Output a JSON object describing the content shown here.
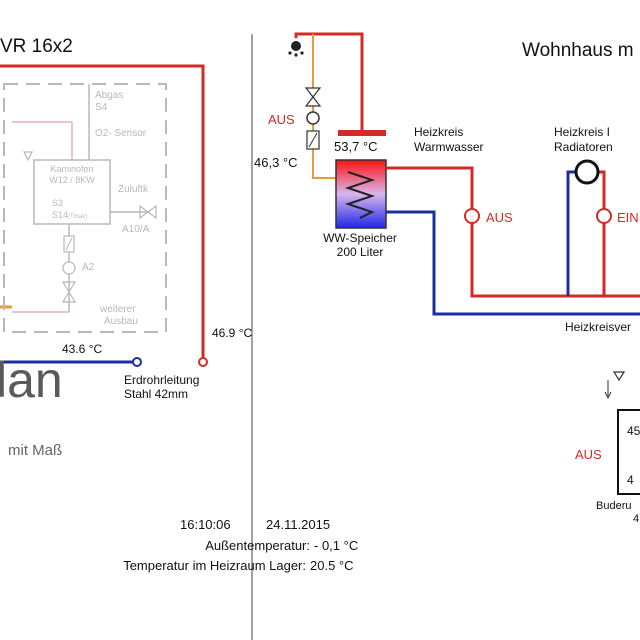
{
  "header": {
    "left_title": "VR 16x2",
    "right_title": "Wohnhaus m"
  },
  "boiler_unit": {
    "abgas": "Abgas",
    "s4": "S4",
    "o2_sensor": "O2- Sensor",
    "kaminofen": "Kaminofen",
    "model": "W12 / 8KW",
    "s3": "S3",
    "s14": "S14",
    "s14_suffix": "(Tmax)",
    "zuluft": "Zuluftk",
    "a10": "A10/A",
    "a2": "A2",
    "weiterer_1": "weiterer",
    "weiterer_2": "Ausbau"
  },
  "readings": {
    "left_return_temp": "43.6 °C",
    "left_supply_temp": "46.9 °C",
    "pump_top_temp": "46,3 °C",
    "tank_temp": "53,7 °C"
  },
  "pipe_label": {
    "line1": "Erdrohrleitung",
    "line2": "Stahl 42mm"
  },
  "logo": {
    "text": "lan",
    "tagline": "mit Maß"
  },
  "tank": {
    "name": "WW-Speicher",
    "volume": "200 Liter"
  },
  "circuits": {
    "hw_title_1": "Heizkreis",
    "hw_title_2": "Warmwasser",
    "rad_title_1": "Heizkreis I",
    "rad_title_2": "Radiatoren",
    "distributor": "Heizkreisver"
  },
  "status": {
    "top_pump": "AUS",
    "hw_pump": "AUS",
    "rad_pump": "EIN",
    "buffer": "AUS"
  },
  "buffer_unit": {
    "top_temp": "45",
    "bottom_temp": "4",
    "label": "Buderu",
    "sub": "4"
  },
  "footer": {
    "time": "16:10:06",
    "date": "24.11.2015",
    "outdoor_label": "Außentemperatur:",
    "outdoor_value": "- 0,1 °C",
    "room_label": "Temperatur im Heizraum Lager:",
    "room_value": "20.5 °C"
  },
  "colors": {
    "supply": "#d42a26",
    "return": "#1f2e9e",
    "warm": "#e89a3a",
    "grey": "#b8b8b8"
  }
}
